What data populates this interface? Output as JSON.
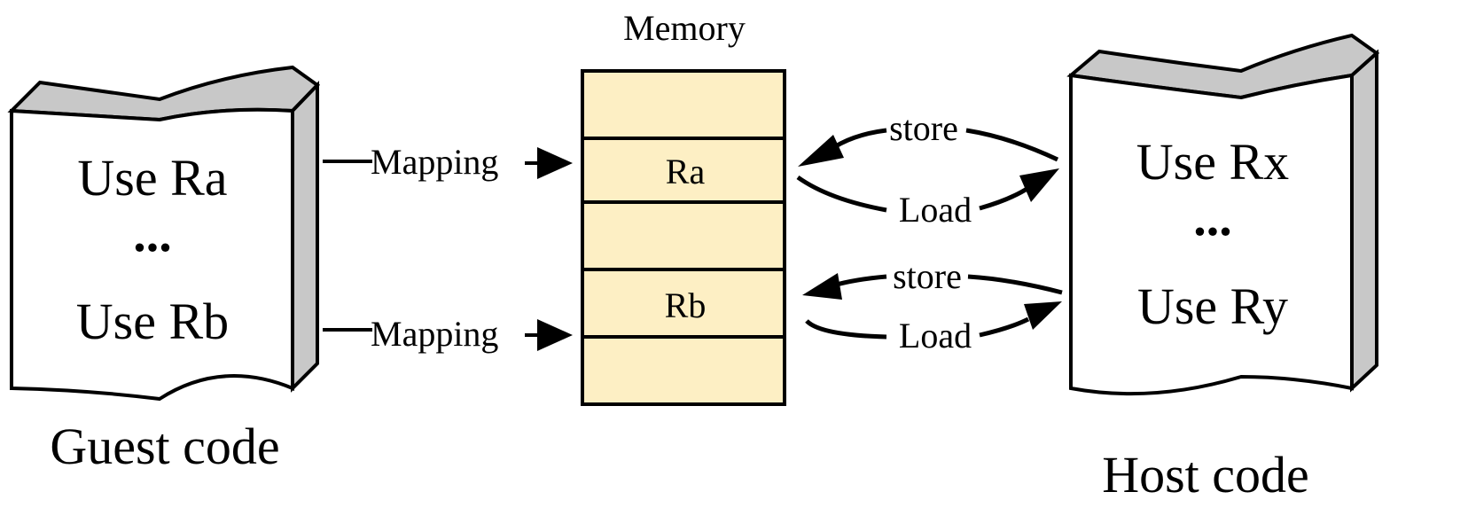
{
  "memory": {
    "title": "Memory",
    "slots": [
      "",
      "Ra",
      "",
      "Rb",
      ""
    ],
    "fill_color": "#fdefc4"
  },
  "guest": {
    "lines": [
      "Use Ra",
      "...",
      "Use Rb"
    ],
    "caption": "Guest code"
  },
  "host": {
    "lines": [
      "Use Rx",
      "...",
      "Use Ry"
    ],
    "caption": "Host code"
  },
  "mapping": {
    "top_label": "Mapping",
    "bottom_label": "Mapping"
  },
  "exchange": {
    "top_store": "store",
    "top_load": "Load",
    "bottom_store": "store",
    "bottom_load": "Load"
  },
  "colors": {
    "doc_face": "#ffffff",
    "doc_side": "#c8c8c8",
    "stroke": "#000000"
  }
}
